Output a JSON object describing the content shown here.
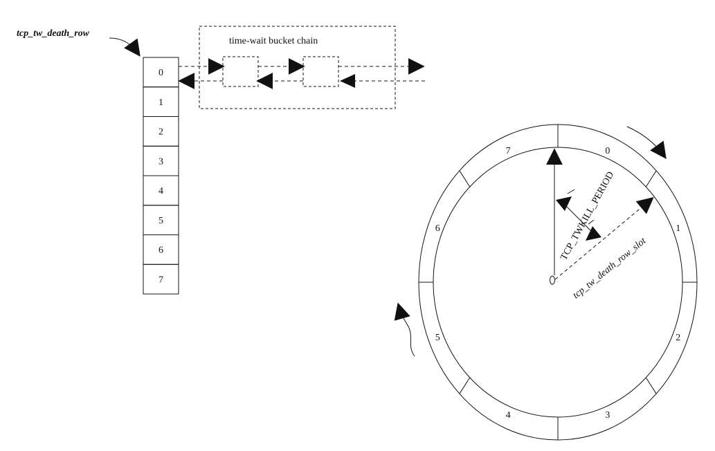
{
  "colors": {
    "ink": "#111111",
    "background": "#ffffff"
  },
  "labels": {
    "death_row": "tcp_tw_death_row",
    "bucket_chain": "time-wait bucket chain",
    "period": "TCP_TWKILL_PERIOD",
    "slot_pointer": "tcp_tw_death_row_slot"
  },
  "array_slots": [
    "0",
    "1",
    "2",
    "3",
    "4",
    "5",
    "6",
    "7"
  ],
  "wheel_slots": [
    "0",
    "1",
    "2",
    "3",
    "4",
    "5",
    "6",
    "7"
  ]
}
